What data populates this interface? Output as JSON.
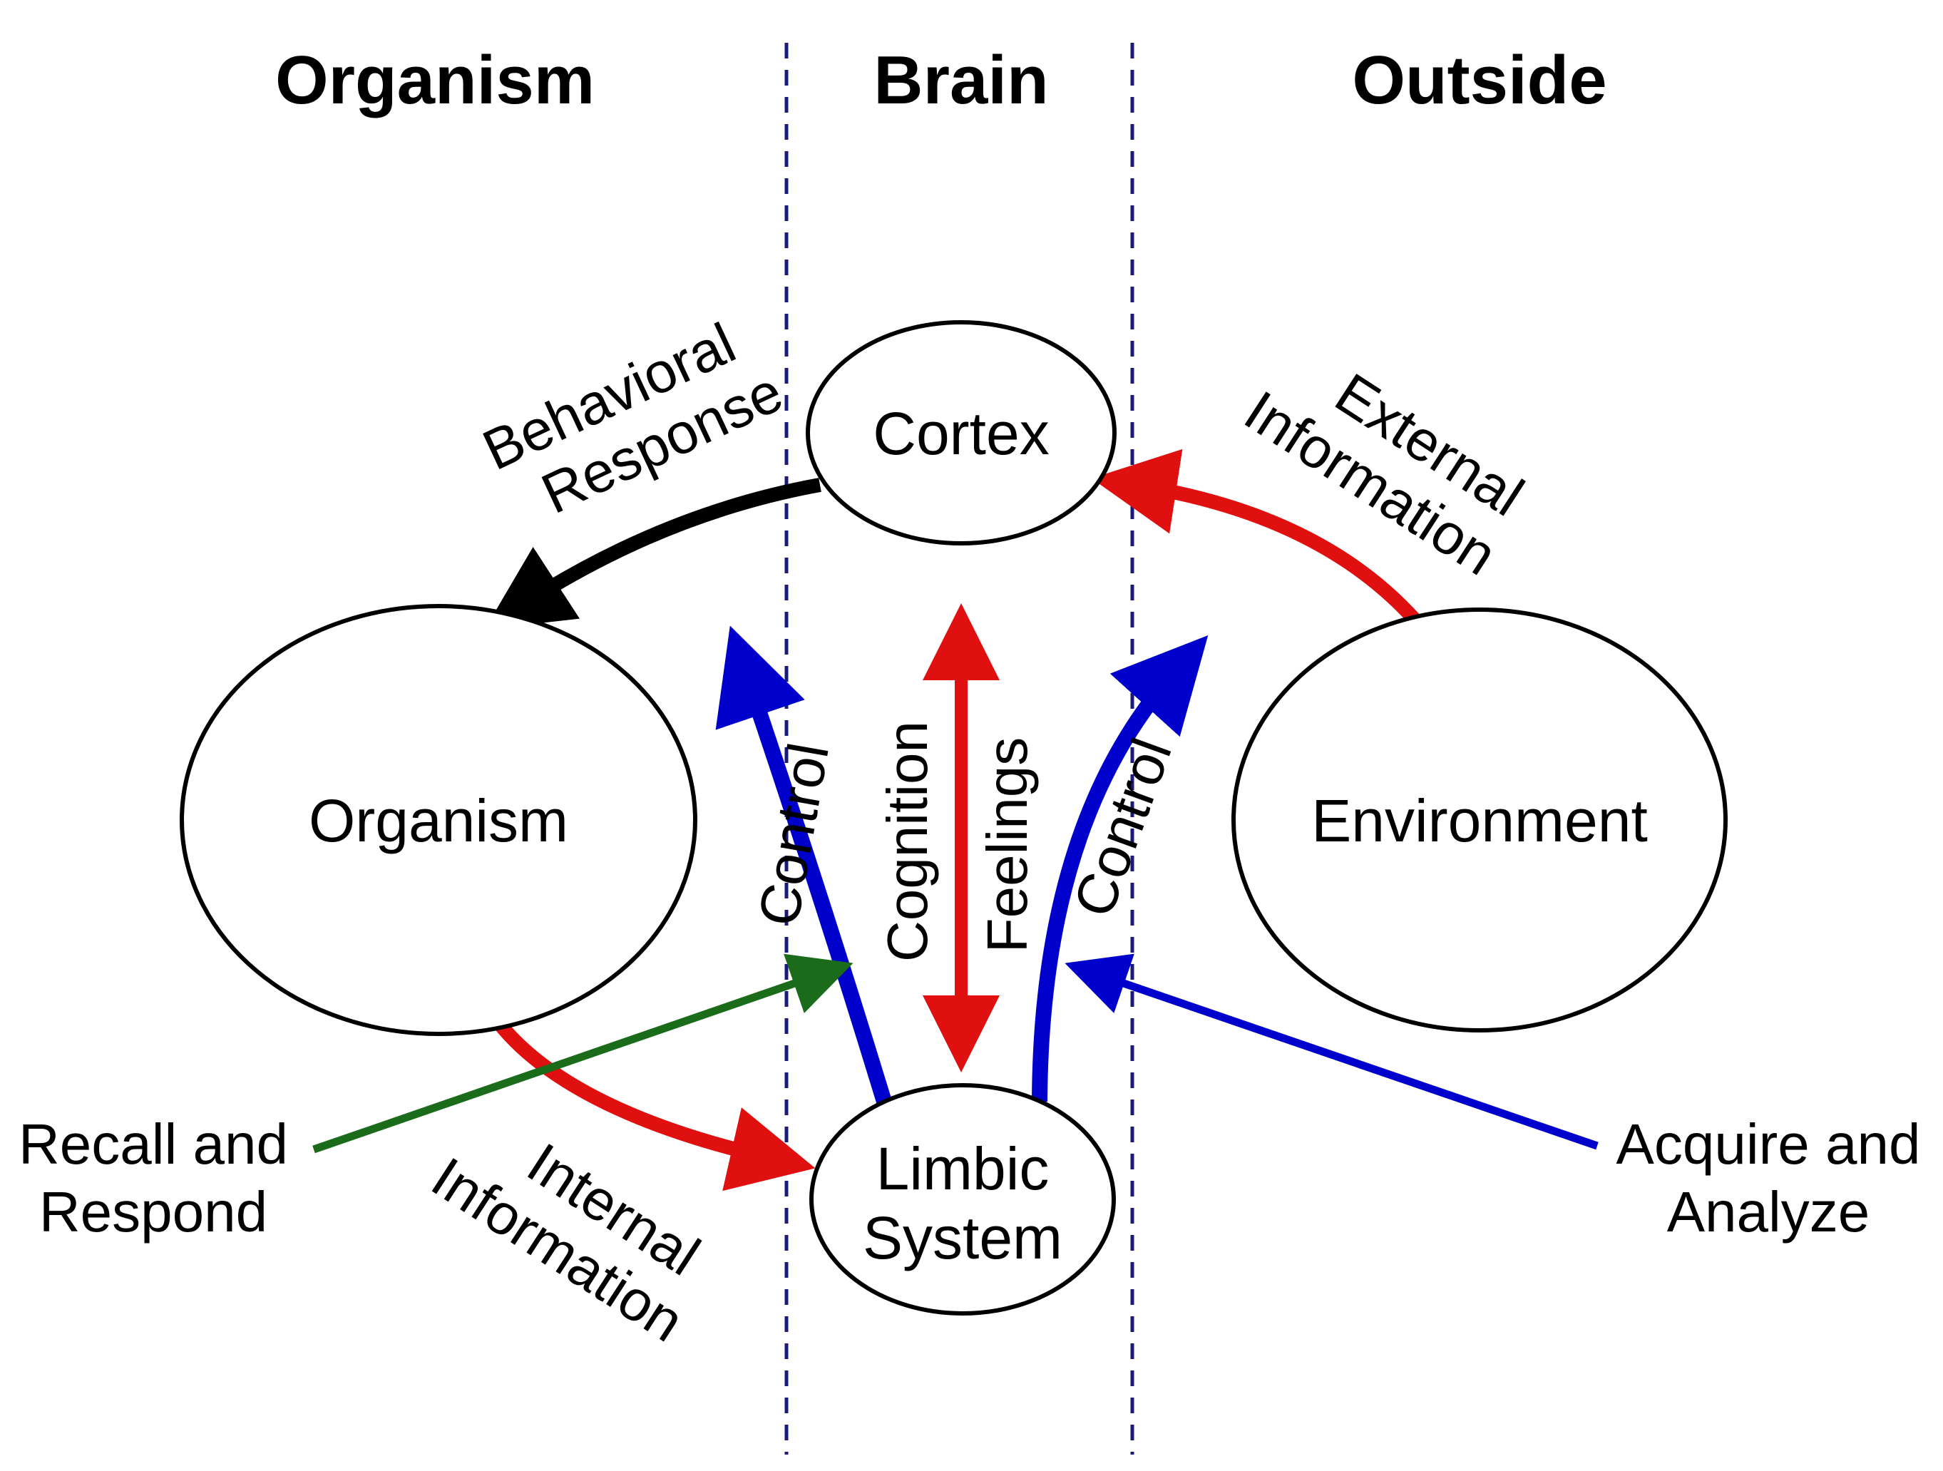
{
  "headers": {
    "organism": "Organism",
    "brain": "Brain",
    "outside": "Outside"
  },
  "nodes": {
    "cortex": "Cortex",
    "organism": "Organism",
    "environment": "Environment",
    "limbic_line1": "Limbic",
    "limbic_line2": "System"
  },
  "labels": {
    "behavioral_line1": "Behavioral",
    "behavioral_line2": "Response",
    "external_line1": "External",
    "external_line2": "Information",
    "internal_line1": "Internal",
    "internal_line2": "Information",
    "control_left": "Control",
    "control_right": "Control",
    "cognition": "Cognition",
    "feelings": "Feelings",
    "recall_line1": "Recall and",
    "recall_line2": "Respond",
    "acquire_line1": "Acquire and",
    "acquire_line2": "Analyze"
  },
  "colors": {
    "red": "#e01010",
    "blue": "#0000cc",
    "green": "#1a6b1a",
    "black": "#000000",
    "divider": "#1a1a7a"
  }
}
